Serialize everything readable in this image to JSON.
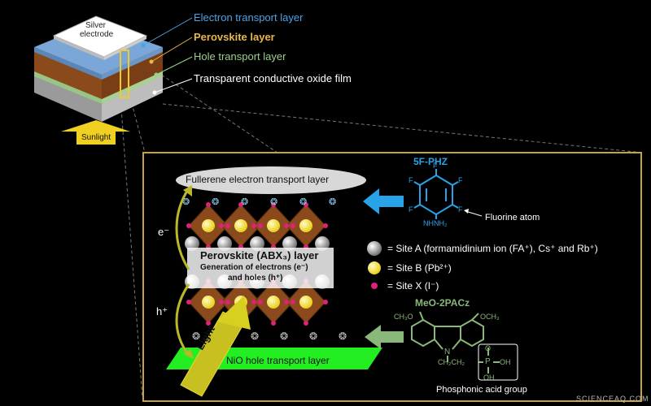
{
  "device": {
    "electrode_label_1": "Silver",
    "electrode_label_2": "electrode",
    "sunlight_label": "Sunlight",
    "layers": [
      {
        "label": "Electron transport layer",
        "color": "#4aa3e6"
      },
      {
        "label": "Perovskite layer",
        "color": "#e8b84a"
      },
      {
        "label": "Hole transport layer",
        "color": "#9ad08a"
      },
      {
        "label": "Transparent conductive oxide film",
        "color": "#ffffff"
      }
    ]
  },
  "panel": {
    "fullerene_label": "Fullerene electron transport layer",
    "perovskite_title": "Perovskite (ABX₃) layer",
    "perovskite_sub1": "Generation of electrons (e⁻)",
    "perovskite_sub2": "and holes (h⁺)",
    "electron_label": "e⁻",
    "hole_label": "h⁺",
    "light_label": "Light",
    "nio_label": "NiO hole transport layer"
  },
  "molecules": {
    "fphz_name": "5F-PHZ",
    "fphz_f": "F",
    "fphz_nh": "NHNH₂",
    "fluorine_label": "Fluorine atom",
    "meo_name": "MeO-2PACz",
    "meo_och3_left": "CH₃O",
    "meo_och3_right": "OCH₃",
    "meo_n": "N",
    "meo_chain": "CH₂CH₂",
    "meo_p": "P",
    "meo_o": "O",
    "meo_oh1": "OH",
    "meo_oh2": "OH",
    "phosphonic_label": "Phosphonic acid group"
  },
  "legend": {
    "site_a": "= Site A (formamidinium ion (FA⁺), Cs⁺ and Rb⁺)",
    "site_b": "= Site B (Pb²⁺)",
    "site_x": "= Site X (I⁻)"
  },
  "colors": {
    "ion_a": "#9a9a9a",
    "ion_b": "#f5e23a",
    "ion_x": "#e0207a",
    "octahedron": "#8a4a1c",
    "nio": "#22ee22",
    "arrow_blue": "#29a3e8",
    "arrow_green": "#8ab87a",
    "panel_border": "#c8a23c"
  },
  "watermark": "SCIENCEAQ.COM"
}
